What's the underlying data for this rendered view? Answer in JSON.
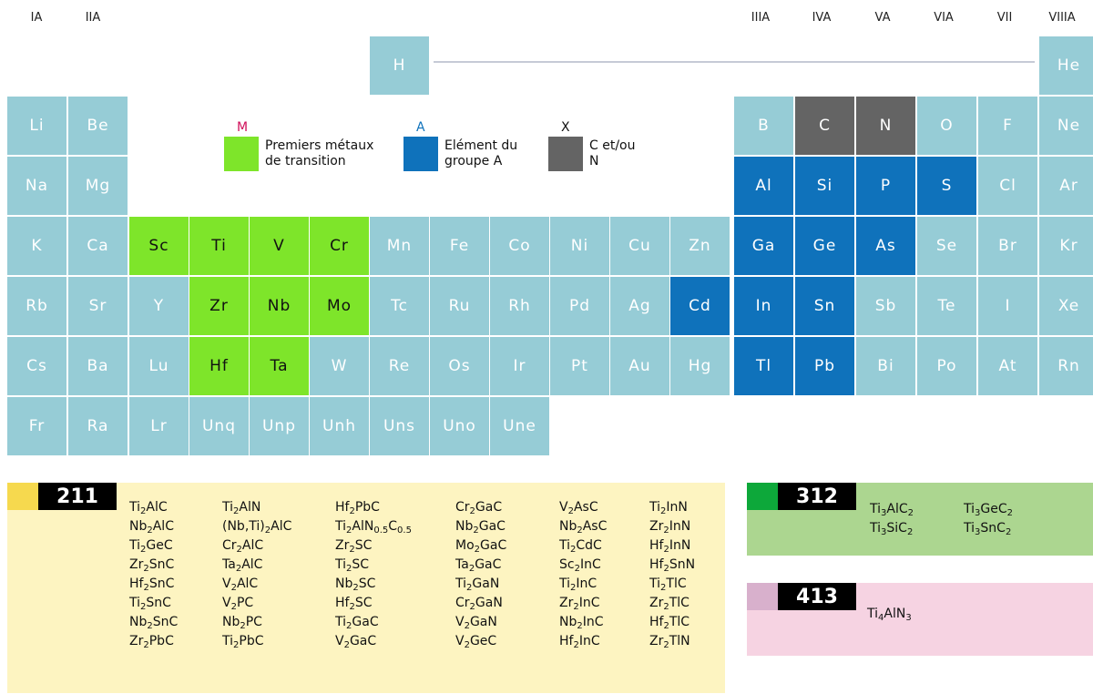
{
  "groups": [
    "IA",
    "IIA",
    "IIIA",
    "IVA",
    "VA",
    "VIA",
    "VII",
    "VIIIA"
  ],
  "elements": [
    {
      "s": "H",
      "r": 1,
      "c": 7,
      "t": "base"
    },
    {
      "s": "He",
      "r": 1,
      "c": 18,
      "t": "base"
    },
    {
      "s": "Li",
      "r": 2,
      "c": 1,
      "t": "base"
    },
    {
      "s": "Be",
      "r": 2,
      "c": 2,
      "t": "base"
    },
    {
      "s": "B",
      "r": 2,
      "c": 13,
      "t": "base"
    },
    {
      "s": "C",
      "r": 2,
      "c": 14,
      "t": "x"
    },
    {
      "s": "N",
      "r": 2,
      "c": 15,
      "t": "x"
    },
    {
      "s": "O",
      "r": 2,
      "c": 16,
      "t": "base"
    },
    {
      "s": "F",
      "r": 2,
      "c": 17,
      "t": "base"
    },
    {
      "s": "Ne",
      "r": 2,
      "c": 18,
      "t": "base"
    },
    {
      "s": "Na",
      "r": 3,
      "c": 1,
      "t": "base"
    },
    {
      "s": "Mg",
      "r": 3,
      "c": 2,
      "t": "base"
    },
    {
      "s": "Al",
      "r": 3,
      "c": 13,
      "t": "a"
    },
    {
      "s": "Si",
      "r": 3,
      "c": 14,
      "t": "a"
    },
    {
      "s": "P",
      "r": 3,
      "c": 15,
      "t": "a"
    },
    {
      "s": "S",
      "r": 3,
      "c": 16,
      "t": "a"
    },
    {
      "s": "Cl",
      "r": 3,
      "c": 17,
      "t": "base"
    },
    {
      "s": "Ar",
      "r": 3,
      "c": 18,
      "t": "base"
    },
    {
      "s": "K",
      "r": 4,
      "c": 1,
      "t": "base"
    },
    {
      "s": "Ca",
      "r": 4,
      "c": 2,
      "t": "base"
    },
    {
      "s": "Sc",
      "r": 4,
      "c": 3,
      "t": "m"
    },
    {
      "s": "Ti",
      "r": 4,
      "c": 4,
      "t": "m"
    },
    {
      "s": "V",
      "r": 4,
      "c": 5,
      "t": "m"
    },
    {
      "s": "Cr",
      "r": 4,
      "c": 6,
      "t": "m"
    },
    {
      "s": "Mn",
      "r": 4,
      "c": 7,
      "t": "base"
    },
    {
      "s": "Fe",
      "r": 4,
      "c": 8,
      "t": "base"
    },
    {
      "s": "Co",
      "r": 4,
      "c": 9,
      "t": "base"
    },
    {
      "s": "Ni",
      "r": 4,
      "c": 10,
      "t": "base"
    },
    {
      "s": "Cu",
      "r": 4,
      "c": 11,
      "t": "base"
    },
    {
      "s": "Zn",
      "r": 4,
      "c": 12,
      "t": "base"
    },
    {
      "s": "Ga",
      "r": 4,
      "c": 13,
      "t": "a"
    },
    {
      "s": "Ge",
      "r": 4,
      "c": 14,
      "t": "a"
    },
    {
      "s": "As",
      "r": 4,
      "c": 15,
      "t": "a"
    },
    {
      "s": "Se",
      "r": 4,
      "c": 16,
      "t": "base"
    },
    {
      "s": "Br",
      "r": 4,
      "c": 17,
      "t": "base"
    },
    {
      "s": "Kr",
      "r": 4,
      "c": 18,
      "t": "base"
    },
    {
      "s": "Rb",
      "r": 5,
      "c": 1,
      "t": "base"
    },
    {
      "s": "Sr",
      "r": 5,
      "c": 2,
      "t": "base"
    },
    {
      "s": "Y",
      "r": 5,
      "c": 3,
      "t": "base"
    },
    {
      "s": "Zr",
      "r": 5,
      "c": 4,
      "t": "m"
    },
    {
      "s": "Nb",
      "r": 5,
      "c": 5,
      "t": "m"
    },
    {
      "s": "Mo",
      "r": 5,
      "c": 6,
      "t": "m"
    },
    {
      "s": "Tc",
      "r": 5,
      "c": 7,
      "t": "base"
    },
    {
      "s": "Ru",
      "r": 5,
      "c": 8,
      "t": "base"
    },
    {
      "s": "Rh",
      "r": 5,
      "c": 9,
      "t": "base"
    },
    {
      "s": "Pd",
      "r": 5,
      "c": 10,
      "t": "base"
    },
    {
      "s": "Ag",
      "r": 5,
      "c": 11,
      "t": "base"
    },
    {
      "s": "Cd",
      "r": 5,
      "c": 12,
      "t": "a"
    },
    {
      "s": "In",
      "r": 5,
      "c": 13,
      "t": "a"
    },
    {
      "s": "Sn",
      "r": 5,
      "c": 14,
      "t": "a"
    },
    {
      "s": "Sb",
      "r": 5,
      "c": 15,
      "t": "base"
    },
    {
      "s": "Te",
      "r": 5,
      "c": 16,
      "t": "base"
    },
    {
      "s": "I",
      "r": 5,
      "c": 17,
      "t": "base"
    },
    {
      "s": "Xe",
      "r": 5,
      "c": 18,
      "t": "base"
    },
    {
      "s": "Cs",
      "r": 6,
      "c": 1,
      "t": "base"
    },
    {
      "s": "Ba",
      "r": 6,
      "c": 2,
      "t": "base"
    },
    {
      "s": "Lu",
      "r": 6,
      "c": 3,
      "t": "base"
    },
    {
      "s": "Hf",
      "r": 6,
      "c": 4,
      "t": "m"
    },
    {
      "s": "Ta",
      "r": 6,
      "c": 5,
      "t": "m"
    },
    {
      "s": "W",
      "r": 6,
      "c": 6,
      "t": "base"
    },
    {
      "s": "Re",
      "r": 6,
      "c": 7,
      "t": "base"
    },
    {
      "s": "Os",
      "r": 6,
      "c": 8,
      "t": "base"
    },
    {
      "s": "Ir",
      "r": 6,
      "c": 9,
      "t": "base"
    },
    {
      "s": "Pt",
      "r": 6,
      "c": 10,
      "t": "base"
    },
    {
      "s": "Au",
      "r": 6,
      "c": 11,
      "t": "base"
    },
    {
      "s": "Hg",
      "r": 6,
      "c": 12,
      "t": "base"
    },
    {
      "s": "Tl",
      "r": 6,
      "c": 13,
      "t": "a"
    },
    {
      "s": "Pb",
      "r": 6,
      "c": 14,
      "t": "a"
    },
    {
      "s": "Bi",
      "r": 6,
      "c": 15,
      "t": "base"
    },
    {
      "s": "Po",
      "r": 6,
      "c": 16,
      "t": "base"
    },
    {
      "s": "At",
      "r": 6,
      "c": 17,
      "t": "base"
    },
    {
      "s": "Rn",
      "r": 6,
      "c": 18,
      "t": "base"
    },
    {
      "s": "Fr",
      "r": 7,
      "c": 1,
      "t": "base"
    },
    {
      "s": "Ra",
      "r": 7,
      "c": 2,
      "t": "base"
    },
    {
      "s": "Lr",
      "r": 7,
      "c": 3,
      "t": "base"
    },
    {
      "s": "Unq",
      "r": 7,
      "c": 4,
      "t": "base"
    },
    {
      "s": "Unp",
      "r": 7,
      "c": 5,
      "t": "base"
    },
    {
      "s": "Unh",
      "r": 7,
      "c": 6,
      "t": "base"
    },
    {
      "s": "Uns",
      "r": 7,
      "c": 7,
      "t": "base"
    },
    {
      "s": "Uno",
      "r": 7,
      "c": 8,
      "t": "base"
    },
    {
      "s": "Une",
      "r": 7,
      "c": 9,
      "t": "base"
    }
  ],
  "legend": [
    {
      "key": "m",
      "letter": "M",
      "letter_color": "#d0105a",
      "lines": [
        "Premiers métaux",
        "de transition"
      ]
    },
    {
      "key": "a",
      "letter": "A",
      "letter_color": "#0f72bb",
      "lines": [
        "Elément du",
        "groupe A"
      ]
    },
    {
      "key": "x",
      "letter": "X",
      "letter_color": "#111111",
      "lines": [
        "C et/ou",
        "N"
      ]
    }
  ],
  "colors": {
    "base": "#96ccd6",
    "m": "#7ee52a",
    "a": "#0f72bb",
    "x": "#646464"
  },
  "panels": {
    "p211": {
      "label": "211",
      "bg": "#fdf4c1",
      "accent": "#f6d94e",
      "columns": [
        [
          "Ti_2AlC",
          "Nb_2AlC",
          "Ti_2GeC",
          "Zr_2SnC",
          "Hf_2SnC",
          "Ti_2SnC",
          "Nb_2SnC",
          "Zr_2PbC"
        ],
        [
          "Ti_2AlN",
          "(Nb,Ti)_2AlC",
          "Cr_2AlC",
          "Ta_2AlC",
          "V_2AlC",
          "V_2PC",
          "Nb_2PC",
          "Ti_2PbC"
        ],
        [
          "Hf_2PbC",
          "Ti_2AlN_0.5C_0.5",
          "Zr_2SC",
          "Ti_2SC",
          "Nb_2SC",
          "Hf_2SC",
          "Ti_2GaC",
          "V_2GaC"
        ],
        [
          "Cr_2GaC",
          "Nb_2GaC",
          "Mo_2GaC",
          "Ta_2GaC",
          "Ti_2GaN",
          "Cr_2GaN",
          "V_2GaN",
          "V_2GeC"
        ],
        [
          "V_2AsC",
          "Nb_2AsC",
          "Ti_2CdC",
          "Sc_2InC",
          "Ti_2InC",
          "Zr_2InC",
          "Nb_2InC",
          "Hf_2InC"
        ],
        [
          "Ti_2InN",
          "Zr_2InN",
          "Hf_2InN",
          "Hf_2SnN",
          "Ti_2TlC",
          "Zr_2TlC",
          "Hf_2TlC",
          "Zr_2TlN"
        ]
      ]
    },
    "p312": {
      "label": "312",
      "bg": "#acd690",
      "accent": "#0da83a",
      "columns": [
        [
          "Ti_3AlC_2",
          "Ti_3SiC_2"
        ],
        [
          "Ti_3GeC_2",
          "Ti_3SnC_2"
        ]
      ]
    },
    "p413": {
      "label": "413",
      "bg": "#f6d3e2",
      "accent": "#d8b0cc",
      "columns": [
        [
          "Ti_4AlN_3"
        ]
      ]
    }
  }
}
